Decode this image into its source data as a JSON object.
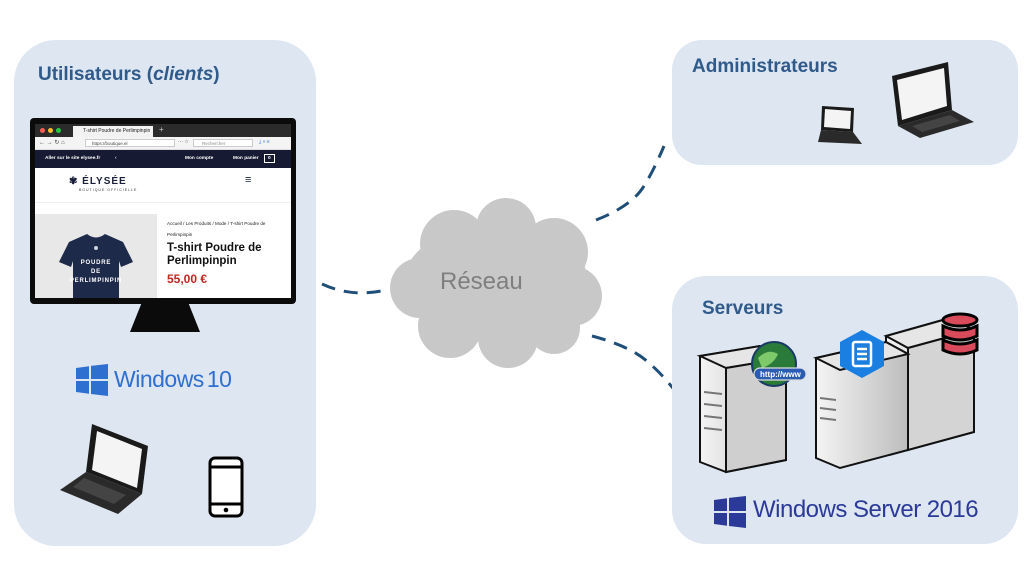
{
  "users_panel": {
    "title_prefix": "Utilisateurs (",
    "title_italic": "clients",
    "title_suffix": ")",
    "browser": {
      "tab_title": "T-shirt Poudre de Perlimpinpin",
      "url": "https://boutique.el",
      "search_placeholder": "Rechercher",
      "nav_left": "Aller sur le site elysee.fr",
      "nav_account": "Mon compte",
      "nav_cart": "Mon panier",
      "nav_cart_count": "0",
      "site_logo": "ÉLYSÉE",
      "site_logo_sub": "BOUTIQUE OFFICIELLE",
      "breadcrumb": "Accueil / Les Produits / Mode / T-shirt Poudre de Perlimpinpin",
      "product_title": "T-shirt Poudre de Perlimpinpin",
      "product_price": "55,00 €",
      "tshirt_line1": "POUDRE",
      "tshirt_line2": "DE",
      "tshirt_line3": "PERLIMPINPIN"
    },
    "os_logo": "Windows 10",
    "os_logo_main": "Windows",
    "os_logo_version": "10",
    "os_color": "#2f6fd0"
  },
  "admins_panel": {
    "title": "Administrateurs"
  },
  "network": {
    "label": "Réseau"
  },
  "servers_panel": {
    "title": "Serveurs",
    "globe_label": "http://www",
    "os_logo_main": "Windows Server",
    "os_logo_version": "2016",
    "os_color": "#2b3a99"
  },
  "colors": {
    "panel_bg": "#dde6f1",
    "title": "#2f5a8a",
    "dashed_link": "#1f4e79",
    "cloud": "#c8c8c8"
  }
}
